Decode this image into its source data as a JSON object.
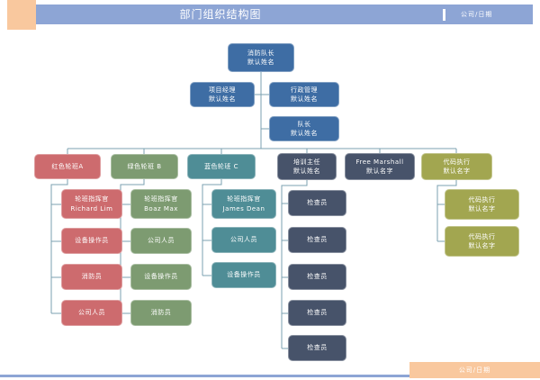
{
  "header": {
    "title": "部门组织结构图",
    "company_date": "公司/日期"
  },
  "footer": {
    "company_date": "公司/日期"
  },
  "colors": {
    "header_blue": "#8da5d5",
    "accent_orange": "#f9c89e",
    "node_blue": "#3e6da4",
    "node_red": "#cd6b6e",
    "node_green": "#7d9b71",
    "node_teal": "#4f8d96",
    "node_slate": "#47536a",
    "node_olive": "#a2a650",
    "connector": "#7ba0b0"
  },
  "nodes": {
    "root": {
      "line1": "消防队长",
      "line2": "默认姓名"
    },
    "project_manager": {
      "line1": "项目经理",
      "line2": "默认姓名"
    },
    "admin_manager": {
      "line1": "行政管理",
      "line2": "默认姓名"
    },
    "captain": {
      "line1": "队长",
      "line2": "默认姓名"
    },
    "shift_red": {
      "line1": "红色轮班A"
    },
    "shift_green": {
      "line1": "绿色轮班 B"
    },
    "shift_blue": {
      "line1": "蓝色轮班 C"
    },
    "training_director": {
      "line1": "培训主任",
      "line2": "默认姓名"
    },
    "fire_marshall": {
      "line1": "Free Marshall",
      "line2": "默认名字"
    },
    "code_enforcement": {
      "line1": "代码执行",
      "line2": "默认名字"
    }
  },
  "columns": {
    "red": [
      {
        "line1": "轮班指挥官",
        "line2": "Richard Lim"
      },
      {
        "line1": "设备操作员"
      },
      {
        "line1": "消防员"
      },
      {
        "line1": "公司人员"
      }
    ],
    "green": [
      {
        "line1": "轮班指挥官",
        "line2": "Boaz Max"
      },
      {
        "line1": "公司人员"
      },
      {
        "line1": "设备操作员"
      },
      {
        "line1": "消防员"
      }
    ],
    "blue": [
      {
        "line1": "轮班指挥官",
        "line2": "James Dean"
      },
      {
        "line1": "公司人员"
      },
      {
        "line1": "设备操作员"
      }
    ],
    "inspectors": [
      {
        "line1": "检查员"
      },
      {
        "line1": "检查员"
      },
      {
        "line1": "检查员"
      },
      {
        "line1": "检查员"
      },
      {
        "line1": "检查员"
      }
    ],
    "code": [
      {
        "line1": "代码执行",
        "line2": "默认名字"
      },
      {
        "line1": "代码执行",
        "line2": "默认名字"
      }
    ]
  }
}
